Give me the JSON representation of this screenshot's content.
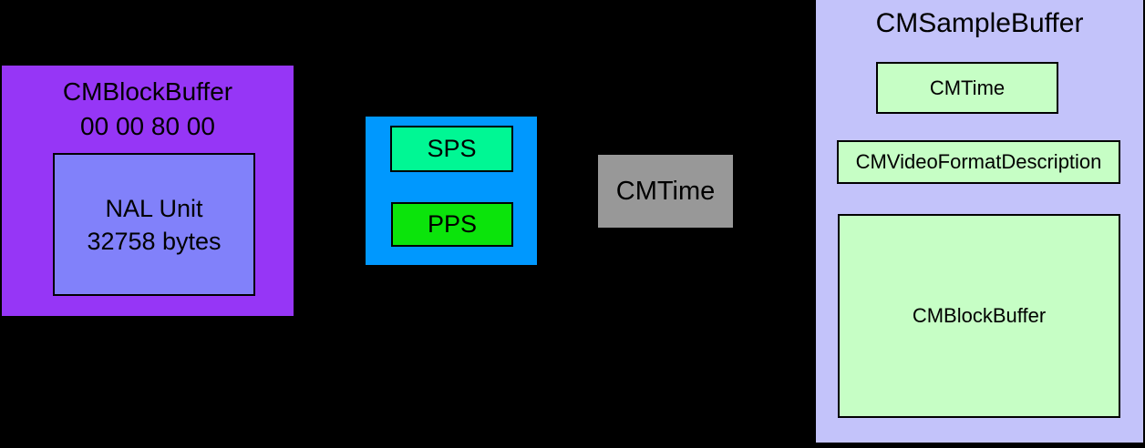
{
  "diagram": {
    "block_buffer": {
      "title_line1": "CMBlockBuffer",
      "title_line2": "00 00 80 00",
      "nal_unit": {
        "line1": "NAL Unit",
        "line2": "32758 bytes"
      }
    },
    "parameter_sets": {
      "sps_label": "SPS",
      "pps_label": "PPS"
    },
    "cmtime_label": "CMTime",
    "sample_buffer": {
      "title": "CMSampleBuffer",
      "cmtime_label": "CMTime",
      "format_description_label": "CMVideoFormatDescription",
      "block_buffer_label": "CMBlockBuffer"
    }
  },
  "colors": {
    "background": "#000000",
    "block_buffer_fill": "#9636F6",
    "nal_unit_fill": "#8181FA",
    "parameter_sets_fill": "#0098FE",
    "sps_fill": "#00F794",
    "pps_fill": "#0BE40B",
    "cmtime_fill": "#989898",
    "sample_buffer_fill": "#C3C3FA",
    "sample_buffer_child_fill": "#C6FEC5",
    "border": "#000000",
    "text": "#000000"
  }
}
